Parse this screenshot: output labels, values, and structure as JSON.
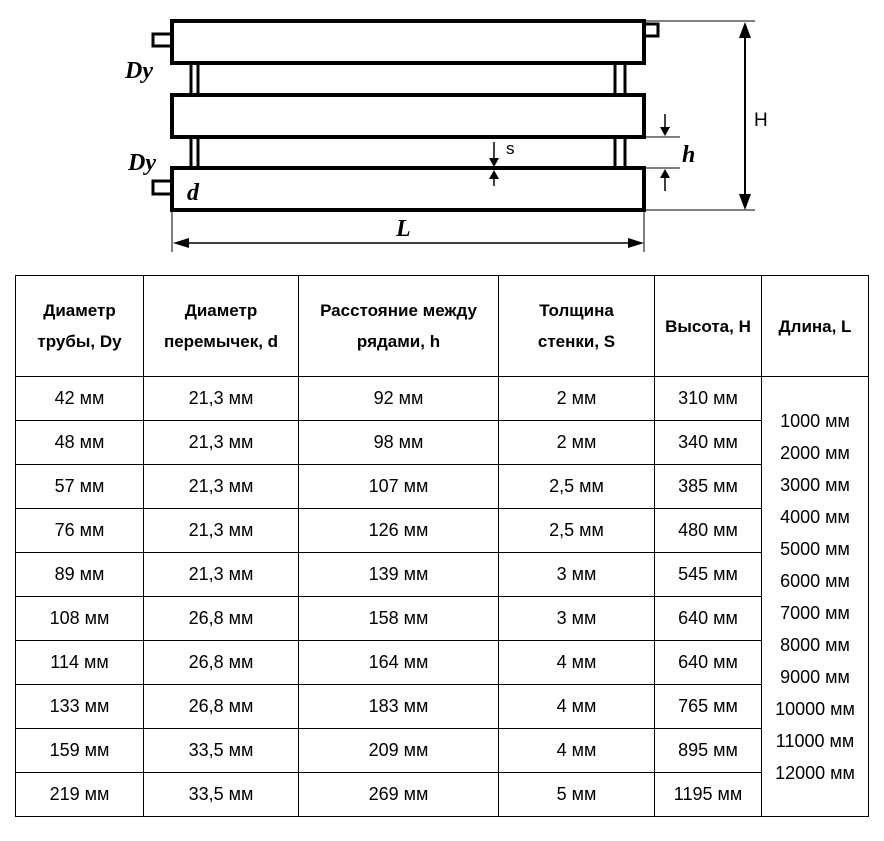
{
  "diagram": {
    "labels": {
      "dy_top": "Dy",
      "dy_bottom": "Dy",
      "d": "d",
      "s": "s",
      "h_small": "h",
      "H": "H",
      "L": "L"
    }
  },
  "table": {
    "headers": [
      {
        "line1": "Диаметр",
        "line2": "трубы, Dy"
      },
      {
        "line1": "Диаметр",
        "line2": "перемычек, d"
      },
      {
        "line1": "Расстояние между",
        "line2": "рядами, h"
      },
      {
        "line1": "Толщина",
        "line2": "стенки, S"
      },
      {
        "line1": "Высота, H",
        "line2": ""
      },
      {
        "line1": "Длина, L",
        "line2": ""
      }
    ],
    "rows": [
      [
        "42 мм",
        "21,3 мм",
        "92 мм",
        "2 мм",
        "310 мм"
      ],
      [
        "48 мм",
        "21,3 мм",
        "98 мм",
        "2 мм",
        "340 мм"
      ],
      [
        "57 мм",
        "21,3 мм",
        "107 мм",
        "2,5 мм",
        "385 мм"
      ],
      [
        "76 мм",
        "21,3 мм",
        "126 мм",
        "2,5 мм",
        "480 мм"
      ],
      [
        "89 мм",
        "21,3 мм",
        "139 мм",
        "3 мм",
        "545 мм"
      ],
      [
        "108 мм",
        "26,8 мм",
        "158 мм",
        "3 мм",
        "640 мм"
      ],
      [
        "114 мм",
        "26,8 мм",
        "164 мм",
        "4 мм",
        "640 мм"
      ],
      [
        "133 мм",
        "26,8 мм",
        "183 мм",
        "4 мм",
        "765 мм"
      ],
      [
        "159 мм",
        "33,5 мм",
        "209 мм",
        "4 мм",
        "895 мм"
      ],
      [
        "219 мм",
        "33,5 мм",
        "269 мм",
        "5 мм",
        "1195 мм"
      ]
    ],
    "lengths": [
      "1000 мм",
      "2000 мм",
      "3000 мм",
      "4000 мм",
      "5000 мм",
      "6000 мм",
      "7000 мм",
      "8000 мм",
      "9000 мм",
      "10000 мм",
      "11000 мм",
      "12000 мм"
    ]
  }
}
